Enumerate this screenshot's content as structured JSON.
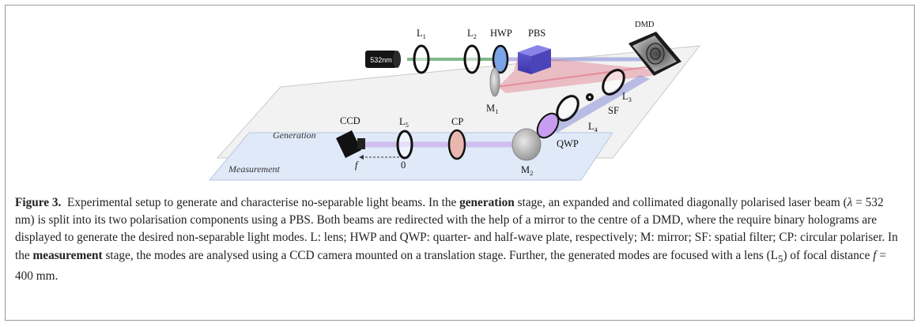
{
  "figure": {
    "laser_label": "532nm",
    "labels": {
      "L1": "L",
      "L1_sub": "1",
      "L2": "L",
      "L2_sub": "2",
      "HWP": "HWP",
      "PBS": "PBS",
      "DMD": "DMD",
      "M1": "M",
      "M1_sub": "1",
      "L3": "L",
      "L3_sub": "3",
      "SF": "SF",
      "L4": "L",
      "L4_sub": "4",
      "QWP": "QWP",
      "CCD": "CCD",
      "L5": "L",
      "L5_sub": "5",
      "CP": "CP",
      "M2": "M",
      "M2_sub": "2",
      "f": "f",
      "zero": "0"
    },
    "stages": {
      "generation": "Generation",
      "measurement": "Measurement"
    },
    "colors": {
      "green_beam": "#5ea86c",
      "blue_beam": "#8a8fd6",
      "red_beam": "#e07b8b",
      "violet_beam": "#c6a3e8",
      "generation_plane": "#f0f0f0",
      "measurement_plane": "#dfe9f8"
    }
  },
  "caption": {
    "fig_label": "Figure 3.",
    "s1": "Experimental setup to generate and characterise no-separable light beams. In the",
    "generation_word": "generation",
    "s2": "stage, an expanded and collimated diagonally polarised laser beam (",
    "lambda": "λ",
    "s3": " = 532 nm) is split into its two polarisation components using a PBS. Both beams are redirected with the help of a mirror to the centre of a DMD, where the require binary holograms are displayed to generate the desired non-separable light modes. L: lens; HWP and QWP: quarter- and half-wave plate, respectively; M: mirror; SF: spatial filter; CP: circular polariser. In the",
    "measurement_word": "measurement",
    "s4": "stage, the modes are analysed using a CCD camera mounted on a translation stage. Further, the generated modes are focused with a lens (L",
    "s4_sub": "5",
    "s5": ") of focal distance",
    "f_symbol": "f",
    "s6": " = 400 mm."
  }
}
